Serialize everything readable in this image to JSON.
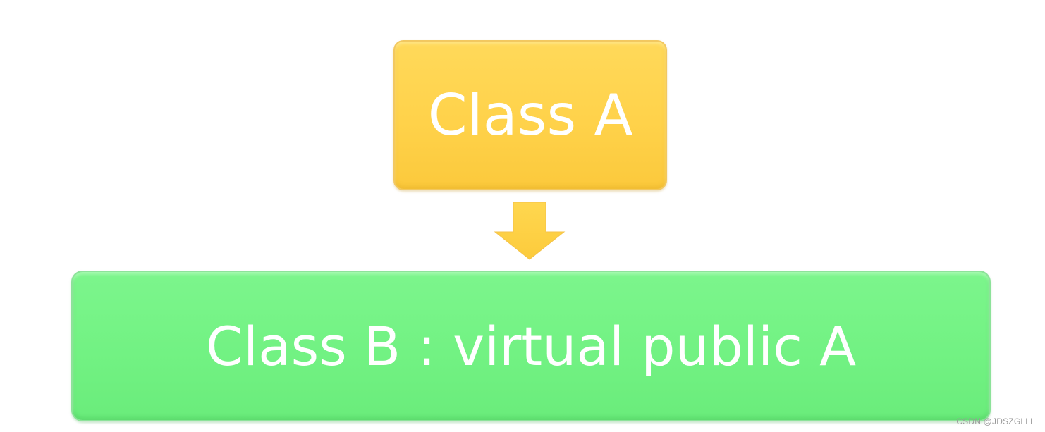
{
  "diagram": {
    "nodes": [
      {
        "id": "class-a",
        "label": "Class A",
        "fill": "#FFD550"
      },
      {
        "id": "class-b",
        "label": "Class B : virtual public A",
        "fill": "#72F283"
      }
    ],
    "edges": [
      {
        "from": "class-a",
        "to": "class-b",
        "style": "block-arrow-down",
        "color": "#FFD550"
      }
    ]
  },
  "watermark": "CSDN @JDSZGLLL"
}
